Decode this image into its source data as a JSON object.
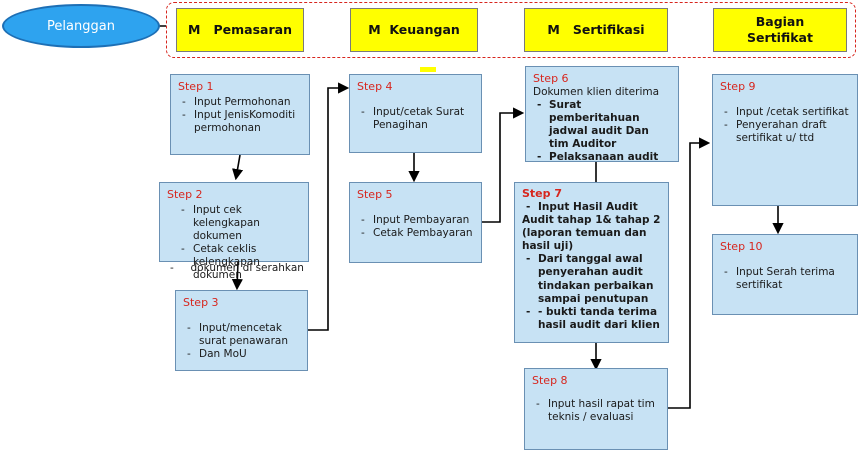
{
  "customer": "Pelanggan",
  "headers": [
    {
      "id": "pemasaran",
      "label": "M   Pemasaran"
    },
    {
      "id": "keuangan",
      "label": "M  Keuangan"
    },
    {
      "id": "sertifikasi",
      "label": "M   Sertifikasi"
    },
    {
      "id": "bagian",
      "label": "Bagian\nSertifikat"
    }
  ],
  "steps": [
    {
      "id": "s1",
      "label": "Step 1",
      "items": [
        "Input Permohonan",
        "Input JenisKomoditi permohonan"
      ]
    },
    {
      "id": "s2",
      "label": "Step 2",
      "items": [
        "Input cek kelengkapan dokumen",
        "Cetak ceklis kelengkapan dokumen"
      ],
      "extra": "dokumen di serahkan"
    },
    {
      "id": "s3",
      "label": "Step 3",
      "items": [
        "Input/mencetak surat penawaran",
        "Dan MoU"
      ]
    },
    {
      "id": "s4",
      "label": "Step 4",
      "items": [
        "Input/cetak  Surat Penagihan"
      ]
    },
    {
      "id": "s5",
      "label": "Step 5",
      "items": [
        "Input Pembayaran",
        "Cetak Pembayaran"
      ]
    },
    {
      "id": "s6",
      "label": "Step 6",
      "intro": "Dokumen klien diterima",
      "items": [
        "Surat pemberitahuan jadwal audit Dan tim Auditor",
        "Pelaksanaan audit"
      ]
    },
    {
      "id": "s7",
      "label": "Step 7",
      "items": [
        "Input Hasil Audit",
        "Dari tanggal awal penyerahan audit tindakan perbaikan sampai penutupan",
        "- bukti tanda terima hasil audit dari klien"
      ],
      "note": "Audit tahap 1& tahap 2 (laporan temuan dan hasil uji)"
    },
    {
      "id": "s8",
      "label": "Step 8",
      "items": [
        "Input hasil rapat tim teknis / evaluasi"
      ]
    },
    {
      "id": "s9",
      "label": "Step 9",
      "items": [
        "Input /cetak sertifikat",
        "Penyerahan draft sertifikat  u/ ttd"
      ]
    },
    {
      "id": "s10",
      "label": "Step 10",
      "items": [
        "Input Serah terima sertifikat"
      ]
    }
  ]
}
